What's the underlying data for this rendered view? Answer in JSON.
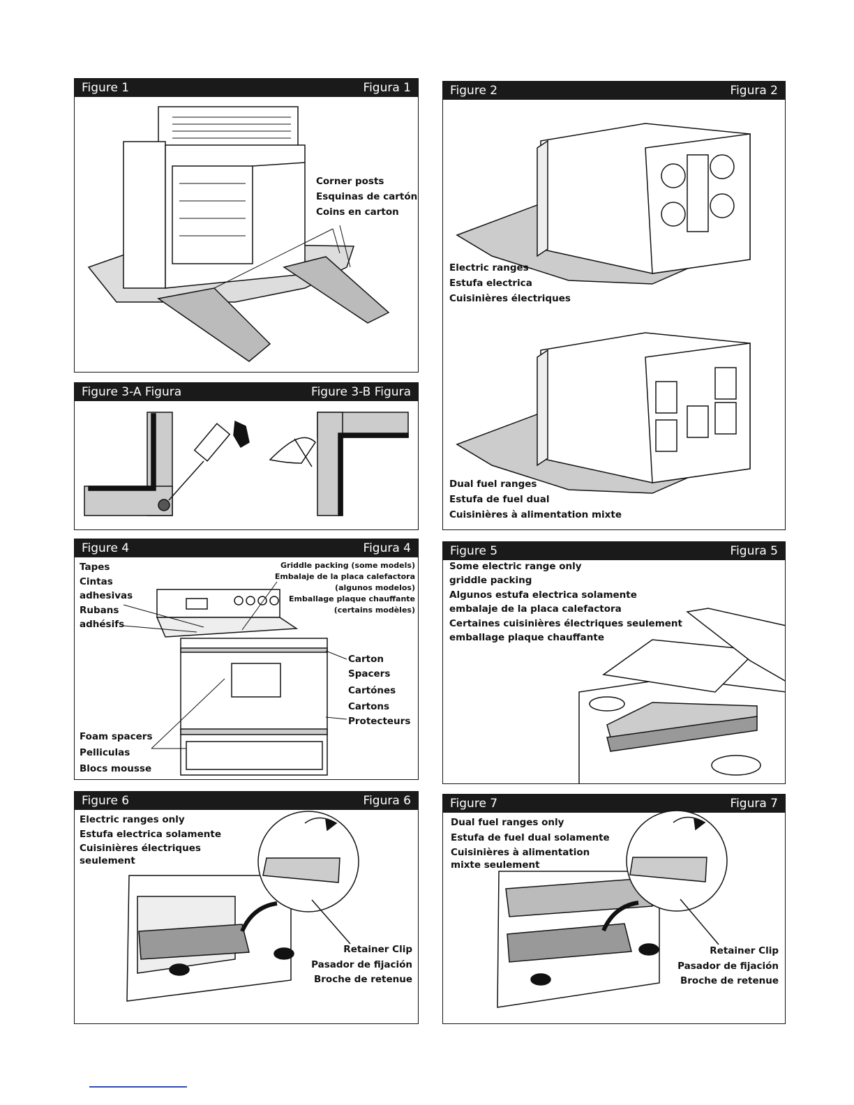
{
  "figures": {
    "fig1": {
      "left": "Figure 1",
      "right": "Figura 1",
      "labels": [
        "Corner posts",
        "Esquinas de cartón",
        "Coins en carton"
      ]
    },
    "fig2": {
      "left": "Figure 2",
      "right": "Figura 2",
      "electric": [
        "Electric ranges",
        "Estufa electrica",
        "Cuisinières électriques"
      ],
      "dual": [
        "Dual fuel ranges",
        "Estufa de fuel dual",
        "Cuisinières à alimentation mixte"
      ]
    },
    "fig3": {
      "left": "Figure 3-A Figura",
      "right": "Figure 3-B Figura"
    },
    "fig4": {
      "left": "Figure 4",
      "right": "Figura 4",
      "tapes": [
        "Tapes",
        "Cintas",
        "adhesivas",
        "Rubans",
        "adhésifs"
      ],
      "griddle": [
        "Griddle packing (some models)",
        "Embalaje de la placa calefactora",
        "(algunos modelos)",
        "Emballage plaque chauffante",
        "(certains modèles)"
      ],
      "carton": [
        "Carton",
        "Spacers",
        "Cartónes",
        "Cartons",
        "Protecteurs"
      ],
      "foam": [
        "Foam spacers",
        "Pelliculas",
        "Blocs mousse"
      ]
    },
    "fig5": {
      "left": "Figure 5",
      "right": "Figura 5",
      "lines": [
        "Some electric range only",
        "griddle packing",
        "Algunos estufa electrica solamente",
        "embalaje de la placa calefactora",
        "Certaines cuisinières électriques seulement",
        "emballage plaque chauffante"
      ]
    },
    "fig6": {
      "left": "Figure 6",
      "right": "Figura 6",
      "lines": [
        "Electric ranges only",
        "Estufa electrica solamente",
        "Cuisinières électriques",
        "seulement"
      ],
      "clip": [
        "Retainer Clip",
        "Pasador de fijación",
        "Broche de retenue"
      ]
    },
    "fig7": {
      "left": "Figure 7",
      "right": "Figura 7",
      "lines": [
        "Dual fuel ranges only",
        "Estufa de fuel dual solamente",
        "Cuisinières à alimentation",
        "mixte seulement"
      ],
      "clip": [
        "Retainer Clip",
        "Pasador de fijación",
        "Broche de retenue"
      ]
    }
  }
}
